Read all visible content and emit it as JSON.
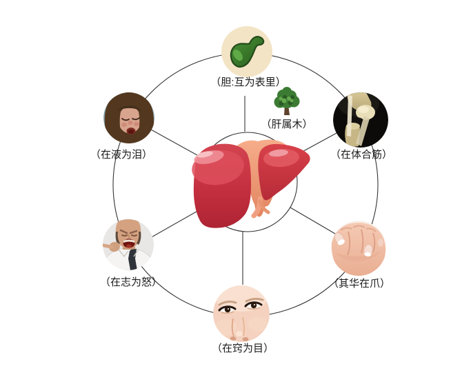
{
  "diagram": {
    "background": "#ffffff",
    "line_color": "#333333",
    "center": {
      "icon": "liver-illustration",
      "liver_red": "#c9333f",
      "ligament_salmon": "#f0a17e"
    },
    "nodes": [
      {
        "id": "gallbladder",
        "label": "（胆:互为表里）",
        "icon": "gallbladder-icon",
        "image_bg": "#f3e4c5",
        "position": "top"
      },
      {
        "id": "wood-element",
        "label": "（肝属木）",
        "icon": "tree-icon",
        "position": "inner-upper-right"
      },
      {
        "id": "body-tendons",
        "label": "（在体合筋）",
        "icon": "knee-joint-photo",
        "position": "upper-right"
      },
      {
        "id": "nails",
        "label": "（其华在爪）",
        "icon": "fingernails-photo",
        "position": "lower-right"
      },
      {
        "id": "eyes",
        "label": "（在窍为目）",
        "icon": "eyes-photo",
        "position": "bottom"
      },
      {
        "id": "anger",
        "label": "（在志为怒）",
        "icon": "angry-man-photo",
        "position": "lower-left"
      },
      {
        "id": "tears",
        "label": "（在液为泪）",
        "icon": "crying-girl-photo",
        "position": "upper-left"
      }
    ]
  }
}
